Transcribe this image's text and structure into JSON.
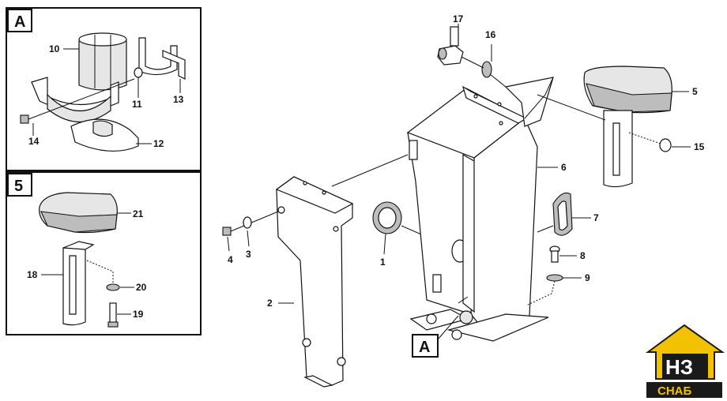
{
  "callouts": {
    "c1": "1",
    "c2": "2",
    "c3": "3",
    "c4": "4",
    "c5": "5",
    "c6": "6",
    "c7": "7",
    "c8": "8",
    "c9": "9",
    "c10": "10",
    "c11": "11",
    "c12": "12",
    "c13": "13",
    "c14": "14",
    "c15": "15",
    "c16": "16",
    "c17": "17",
    "c18": "18",
    "c19": "19",
    "c20": "20",
    "c21": "21"
  },
  "detail_boxes": {
    "a_label": "A",
    "five_label": "5",
    "main_a_label": "A"
  },
  "logo": {
    "mark": "НЗ",
    "text": "СНАБ",
    "colors": {
      "gold": "#f2c200",
      "dark": "#1a1a1a"
    }
  }
}
